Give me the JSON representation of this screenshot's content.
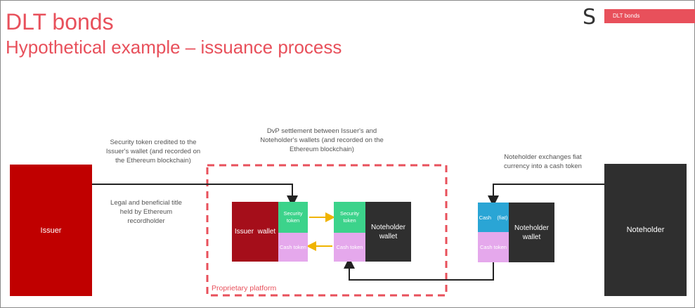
{
  "header": {
    "title": "DLT bonds",
    "subtitle": "Hypothetical example – issuance process",
    "logo": "S",
    "tag": "DLT bonds"
  },
  "nodes": {
    "issuer": "Issuer",
    "noteholder": "Noteholder",
    "issuer_wallet": "Issuer  wallet",
    "noteholder_wallet_1": "Noteholder wallet",
    "noteholder_wallet_2": "Noteholder wallet",
    "security_token_1": "Security token",
    "security_token_2": "Security token",
    "cash_token_1": "Cash token",
    "cash_token_2": "Cash token",
    "cash_token_3": "Cash token",
    "cash_fiat": "Cash    (fiat)"
  },
  "annotations": {
    "credited": "Security token credited to the Issuer's wallet (and recorded on the Ethereum blockchain)",
    "legal_title": "Legal and beneficial title held by Ethereum recordholder",
    "dvp": "DvP settlement between Issuer's and Noteholder's wallets (and recorded on the Ethereum blockchain)",
    "exchange": "Noteholder exchanges fiat currency into a cash token",
    "platform": "Proprietary platform"
  },
  "colors": {
    "accent": "#e8505b",
    "issuer": "#c00000",
    "issuer_wallet": "#a50e1a",
    "dark": "#2f2f2f",
    "security_token": "#3cd38b",
    "cash_token": "#e5a8ec",
    "cash_fiat": "#2aa5d5",
    "arrow": "#f0b400"
  }
}
